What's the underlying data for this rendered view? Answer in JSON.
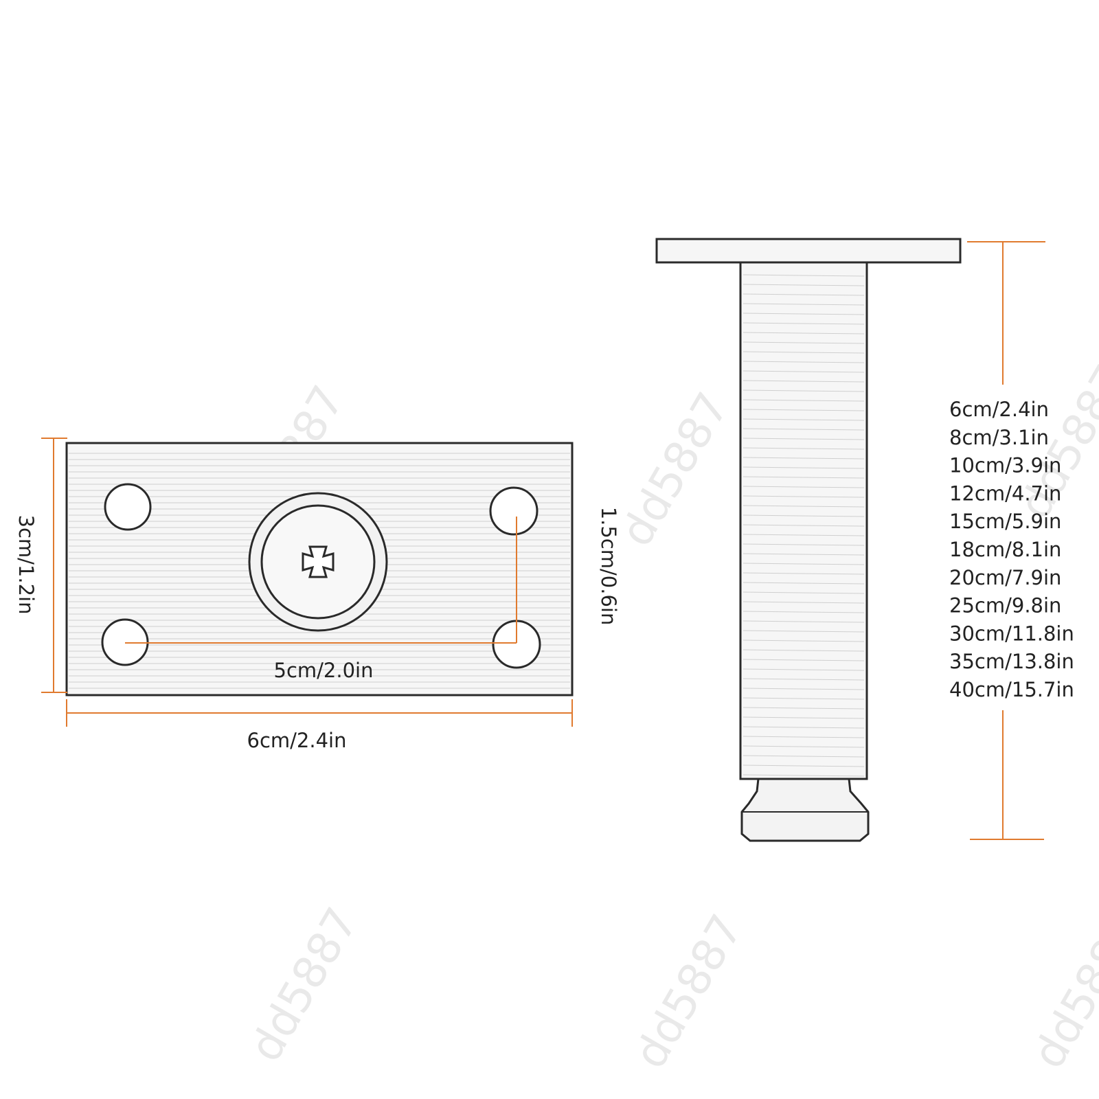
{
  "colors": {
    "dimension_line": "#e07a2e",
    "outline": "#2a2a2a",
    "metal_fill": "#f6f6f6"
  },
  "plate": {
    "width_label": "6cm/2.4in",
    "height_label": "3cm/1.2in",
    "hole_spacing_label": "5cm/2.0in",
    "hole_vertical_label": "1.5cm/0.6in"
  },
  "leg": {
    "height_options": [
      "6cm/2.4in",
      "8cm/3.1in",
      "10cm/3.9in",
      "12cm/4.7in",
      "15cm/5.9in",
      "18cm/8.1in",
      "20cm/7.9in",
      "25cm/9.8in",
      "30cm/11.8in",
      "35cm/13.8in",
      "40cm/15.7in"
    ]
  },
  "watermark": "dd5887"
}
